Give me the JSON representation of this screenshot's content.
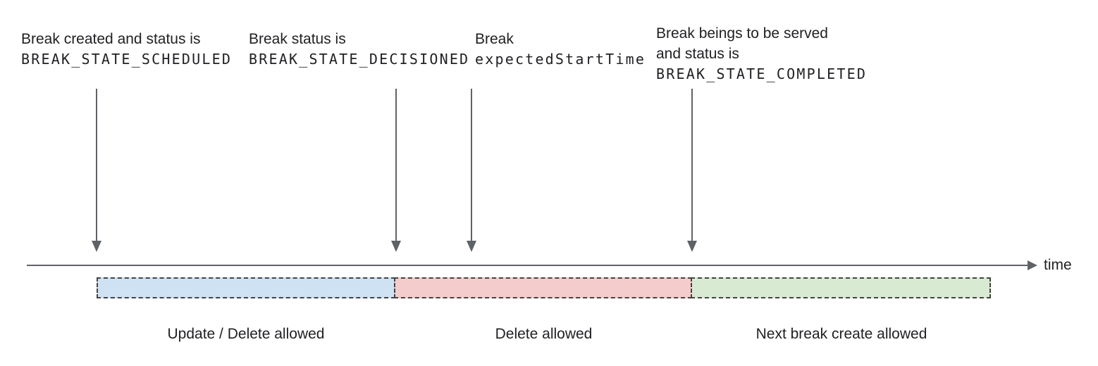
{
  "annotations": [
    {
      "line1": "Break created and status is",
      "line2": "BREAK_STATE_SCHEDULED"
    },
    {
      "line1": "Break status is",
      "line2": "BREAK_STATE_DECISIONED"
    },
    {
      "line1": "Break",
      "line2": "expectedStartTime"
    },
    {
      "line1": "Break beings to be served",
      "line2": "and status is",
      "line3": "BREAK_STATE_COMPLETED"
    }
  ],
  "timeline": {
    "axis_label": "time"
  },
  "segments": [
    {
      "label": "Update / Delete allowed",
      "color": "#cfe2f3"
    },
    {
      "label": "Delete allowed",
      "color": "#f4cccc"
    },
    {
      "label": "Next break create allowed",
      "color": "#d9ead3"
    }
  ],
  "colors": {
    "arrow": "#5f6368",
    "dashed_border": "#434343",
    "text": "#202124",
    "background": "#ffffff"
  }
}
